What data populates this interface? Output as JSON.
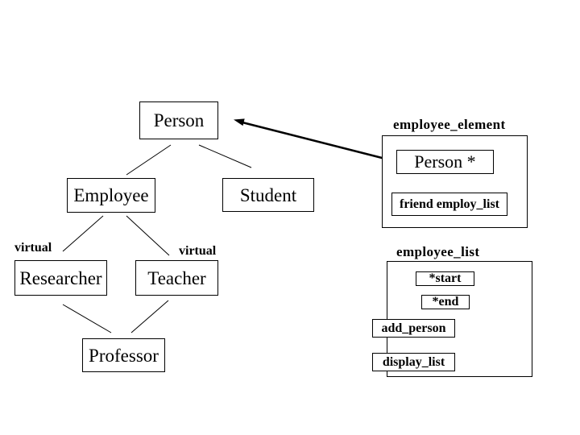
{
  "diagram": {
    "classes": {
      "person": "Person",
      "employee": "Employee",
      "student": "Student",
      "researcher": "Researcher",
      "teacher": "Teacher",
      "professor": "Professor"
    },
    "virtual_labels": {
      "left": "virtual",
      "right": "virtual"
    },
    "employee_element": {
      "title": "employee_element",
      "person_pointer": "Person *",
      "friend_declaration": "friend employ_list"
    },
    "employee_list": {
      "title": "employee_list",
      "start_pointer": "*start",
      "end_pointer": "*end",
      "method_add": "add_person",
      "method_display": "display_list"
    },
    "colors": {
      "background": "#ffffff",
      "line": "#000000",
      "box_border": "#000000",
      "text": "#000000"
    }
  }
}
